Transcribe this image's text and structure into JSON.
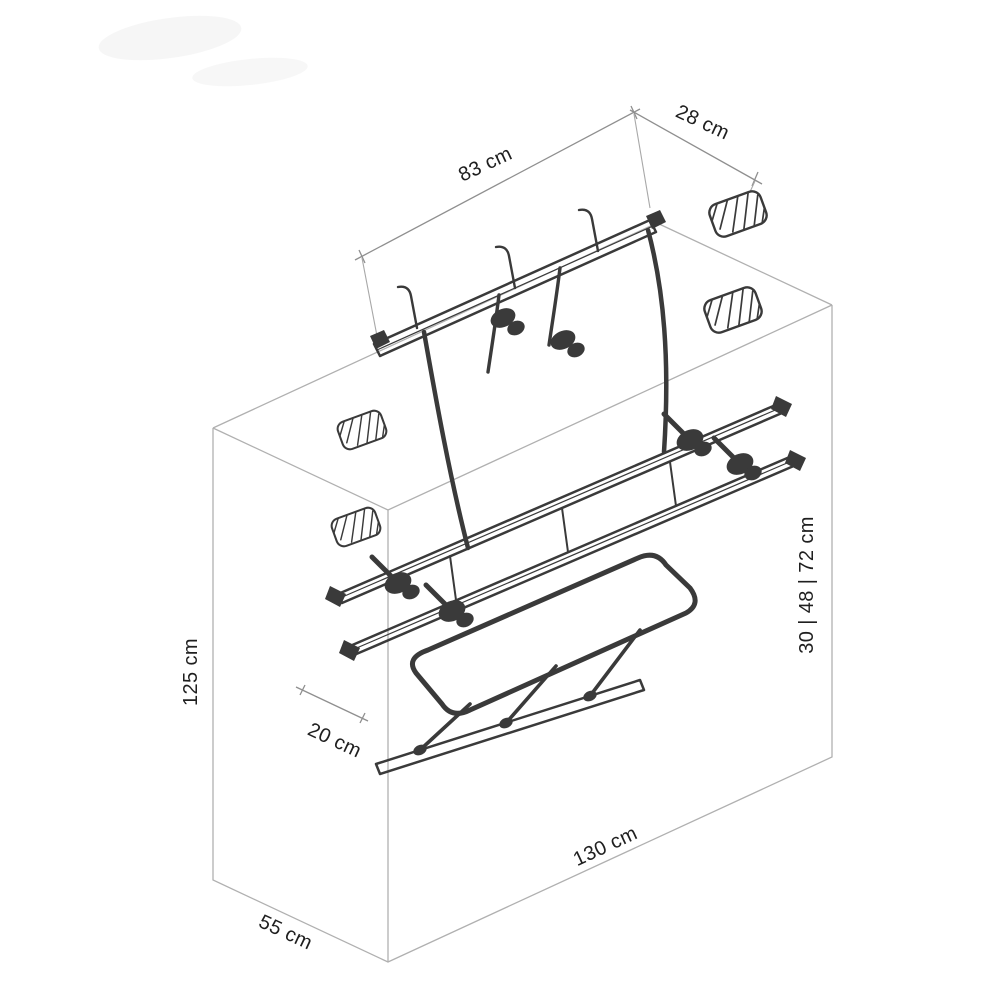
{
  "diagram": {
    "type": "isometric-dimension-drawing",
    "subject": "rear-mounted bike carrier inside dimension bounding box",
    "unit": "cm",
    "labels": {
      "top_width": "83 cm",
      "top_depth": "28 cm",
      "height": "125 cm",
      "gap": "20 cm",
      "bottom_width": "130 cm",
      "bottom_depth": "55 cm",
      "mount_heights": "30 | 48 | 72 cm"
    },
    "colors": {
      "background": "#ffffff",
      "box_line": "#b0b0b0",
      "dimension_line": "#8f8f8f",
      "rack_line": "#3a3a3a",
      "label_text": "#1f1f1f"
    }
  }
}
